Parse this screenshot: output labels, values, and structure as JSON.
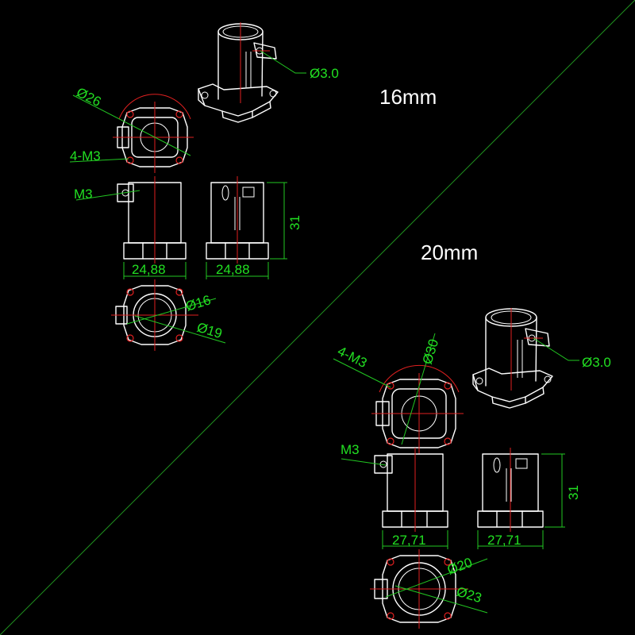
{
  "sizes": {
    "small": "16mm",
    "large": "20mm"
  },
  "small": {
    "screw_dia": "Ø3.0",
    "flange_dia": "Ø26",
    "mount_holes": "4-M3",
    "clamp_screw": "M3",
    "height": "31",
    "width_front": "24,88",
    "width_side": "24,88",
    "inner_dia": "Ø16",
    "outer_dia": "Ø19"
  },
  "large": {
    "screw_dia": "Ø3.0",
    "flange_dia": "Ø30",
    "mount_holes": "4-M3",
    "clamp_screw": "M3",
    "height": "31",
    "width_front": "27,71",
    "width_side": "27,71",
    "inner_dia": "Ø20",
    "outer_dia": "Ø23"
  },
  "colors": {
    "background": "#000000",
    "outline": "#ffffff",
    "dimension": "#22e022",
    "centerline": "#e02020"
  }
}
